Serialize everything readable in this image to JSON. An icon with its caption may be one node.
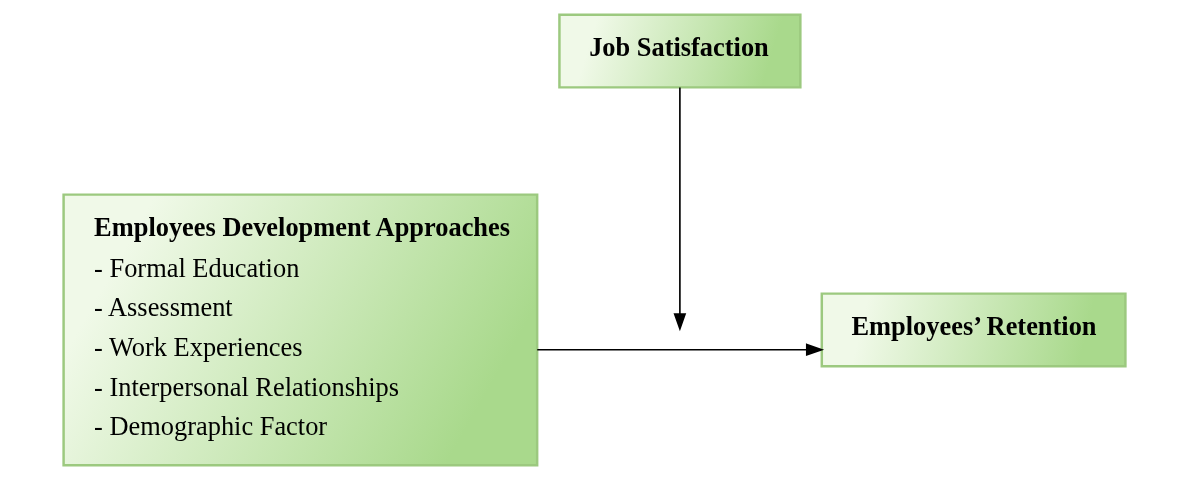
{
  "diagram": {
    "nodes": [
      {
        "text": [
          "Job Satisfaction"
        ]
      },
      {
        "text": [
          "Employees Development Approaches",
          "- Formal Education",
          "- Assessment",
          "- Work Experiences",
          "- Interpersonal Relationships",
          "- Demographic Factor"
        ]
      },
      {
        "text": [
          "Employees’ Retention"
        ]
      }
    ],
    "edges": [
      {
        "from": 1,
        "to": 2,
        "arrow": "to"
      },
      {
        "from": 0,
        "to": null,
        "arrow": "to"
      }
    ]
  }
}
